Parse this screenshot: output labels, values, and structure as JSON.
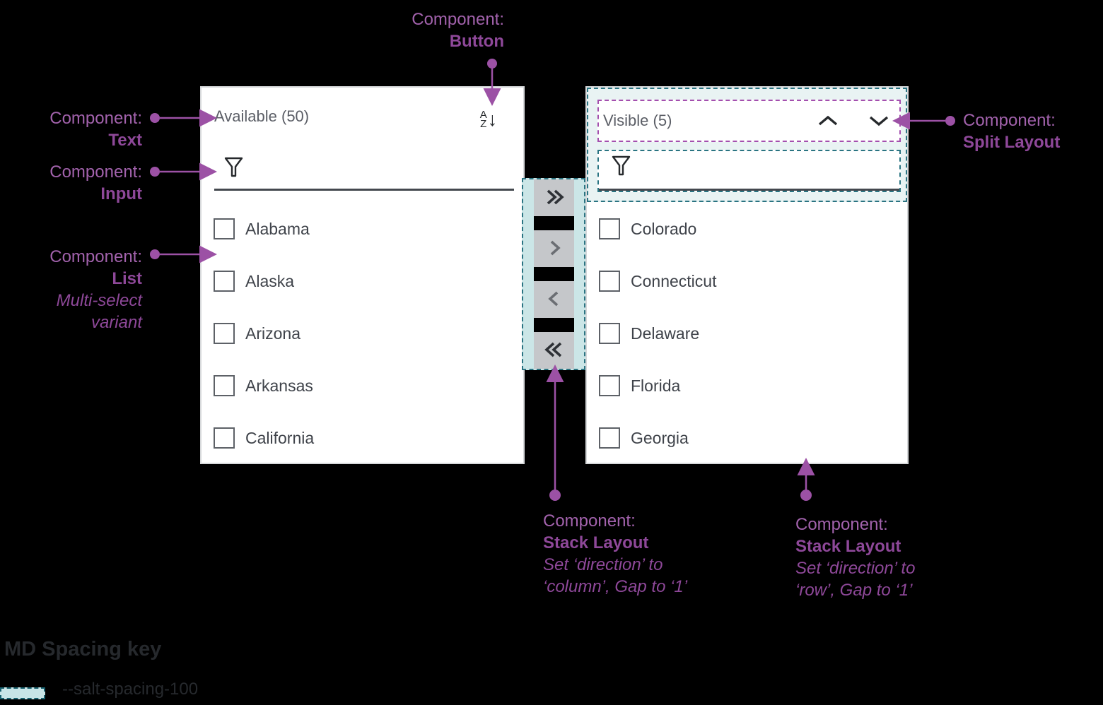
{
  "left_panel": {
    "title": "Available (50)",
    "items": [
      "Alabama",
      "Alaska",
      "Arizona",
      "Arkansas",
      "California"
    ]
  },
  "right_panel": {
    "title": "Visible (5)",
    "items": [
      "Colorado",
      "Connecticut",
      "Delaware",
      "Florida",
      "Georgia"
    ]
  },
  "sort_icon": {
    "letter_top": "A",
    "letter_bottom": "Z",
    "arrow_glyph": "↓"
  },
  "annotations": {
    "button": {
      "label": "Component:",
      "name": "Button"
    },
    "text": {
      "label": "Component:",
      "name": "Text"
    },
    "input": {
      "label": "Component:",
      "name": "Input"
    },
    "list": {
      "label": "Component:",
      "name": "List",
      "variant_line1": "Multi-select",
      "variant_line2": "variant"
    },
    "split": {
      "label": "Component:",
      "name": "Split Layout"
    },
    "stack_column": {
      "label": "Component:",
      "name": "Stack Layout",
      "detail1": "Set ‘direction’ to",
      "detail2": "‘column’, Gap to ‘1’"
    },
    "stack_row": {
      "label": "Component:",
      "name": "Stack Layout",
      "detail1": "Set ‘direction’ to",
      "detail2": "‘row’, Gap to ‘1’"
    }
  },
  "spacing_key": {
    "title": "MD Spacing key",
    "token": "--salt-spacing-100"
  },
  "colors": {
    "background": "#000000",
    "annotation_purple": "#9c51a5",
    "purple_dashed_border": "#a44fae",
    "teal_border": "#2a7482",
    "teal_fill_stack": "#cbe6e7",
    "teal_fill_light": "#e9f3f3",
    "button_gray": "#c5c7ca"
  }
}
